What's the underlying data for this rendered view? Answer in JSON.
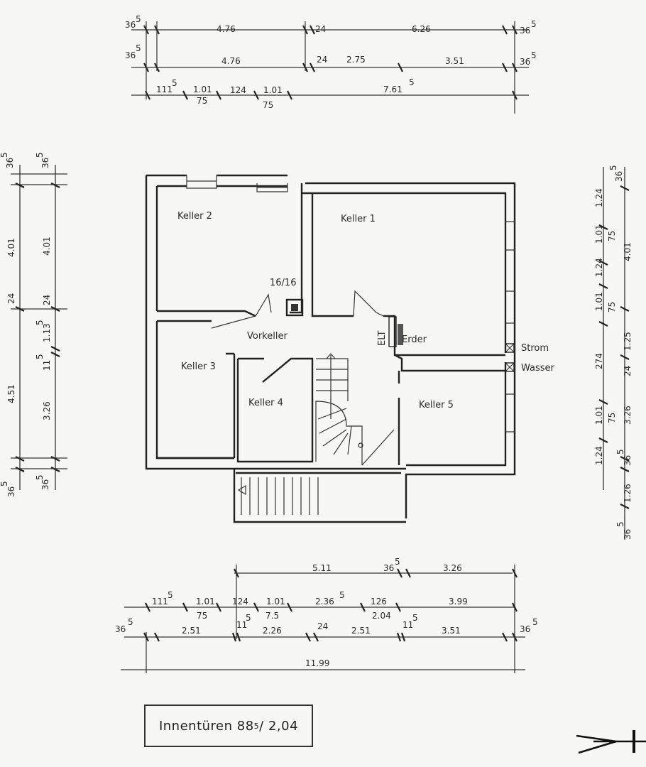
{
  "rooms": {
    "keller1": "Keller 1",
    "keller2": "Keller 2",
    "keller3": "Keller 3",
    "keller4": "Keller 4",
    "keller5": "Keller 5",
    "vorkeller": "Vorkeller"
  },
  "labels": {
    "chimney": "16/16",
    "elt": "ELT",
    "erder": "Erder",
    "strom": "Strom",
    "wasser": "Wasser"
  },
  "doors_note": {
    "prefix": "Innentüren 88",
    "sup": "5",
    "suffix": " / 2,04"
  },
  "dims": {
    "top": {
      "r1": [
        "36",
        "5",
        "4.76",
        "24",
        "6.26",
        "36",
        "5"
      ],
      "r2": [
        "36",
        "5",
        "4.76",
        "24",
        "2.75",
        "3.51",
        "36",
        "5"
      ],
      "r3a": [
        "111",
        "5",
        "1.01",
        "124",
        "1.01",
        "7.61",
        "5"
      ],
      "r3b": [
        "75",
        "75"
      ]
    },
    "bottom": {
      "r1": [
        "5.11",
        "36",
        "5",
        "3.26"
      ],
      "r2a": [
        "111",
        "5",
        "1.01",
        "124",
        "1.01",
        "2.36",
        "5",
        "126",
        "3.99"
      ],
      "r2b": [
        "75",
        "7.5",
        "2.04"
      ],
      "r3": [
        "36",
        "5",
        "2.51",
        "11",
        "5",
        "2.26",
        "24",
        "2.51",
        "11",
        "5",
        "3.51",
        "36",
        "5"
      ],
      "total": "11.99"
    },
    "left": {
      "outer": [
        "36",
        "5",
        "4.01",
        "24",
        "4.51",
        "36",
        "5"
      ],
      "inner": [
        "36",
        "5",
        "4.01",
        "24",
        "1.13",
        "5",
        "11",
        "5",
        "3.26",
        "36",
        "5"
      ]
    },
    "right": {
      "a": [
        "1.24",
        "1.01",
        "1.24",
        "1.01",
        "274",
        "1.01",
        "1.24"
      ],
      "b": [
        "75",
        "75",
        "75"
      ],
      "c": [
        "36",
        "5",
        "4.01",
        "1.25",
        "24",
        "3.26",
        "36",
        "5",
        "1.26",
        "36",
        "5"
      ]
    }
  }
}
